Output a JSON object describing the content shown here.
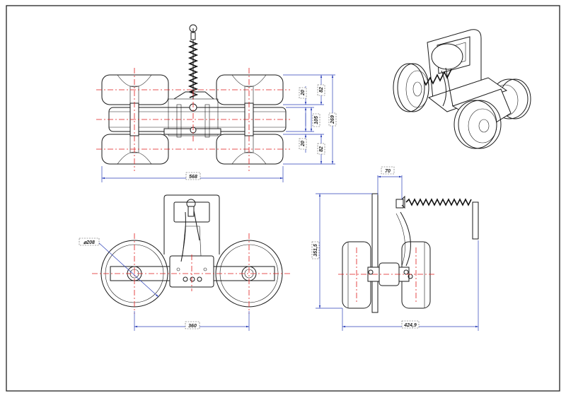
{
  "drawing": {
    "line_color": "#1a1a1a",
    "center_line_color": "#e01b1b",
    "dimension_color": "#2b3fb8"
  },
  "dimensions": {
    "top_view": {
      "overall_width": "568",
      "top_wheel_width": "82",
      "top_gap": "20",
      "beam_height": "105",
      "bottom_gap": "20",
      "bottom_wheel_width": "82",
      "overall_height": "269"
    },
    "front_view": {
      "wheel_diameter": "⌀208",
      "axle_spacing": "360"
    },
    "side_view": {
      "plate_offset": "70",
      "overall_height": "351,5",
      "overall_depth": "424,9"
    }
  }
}
